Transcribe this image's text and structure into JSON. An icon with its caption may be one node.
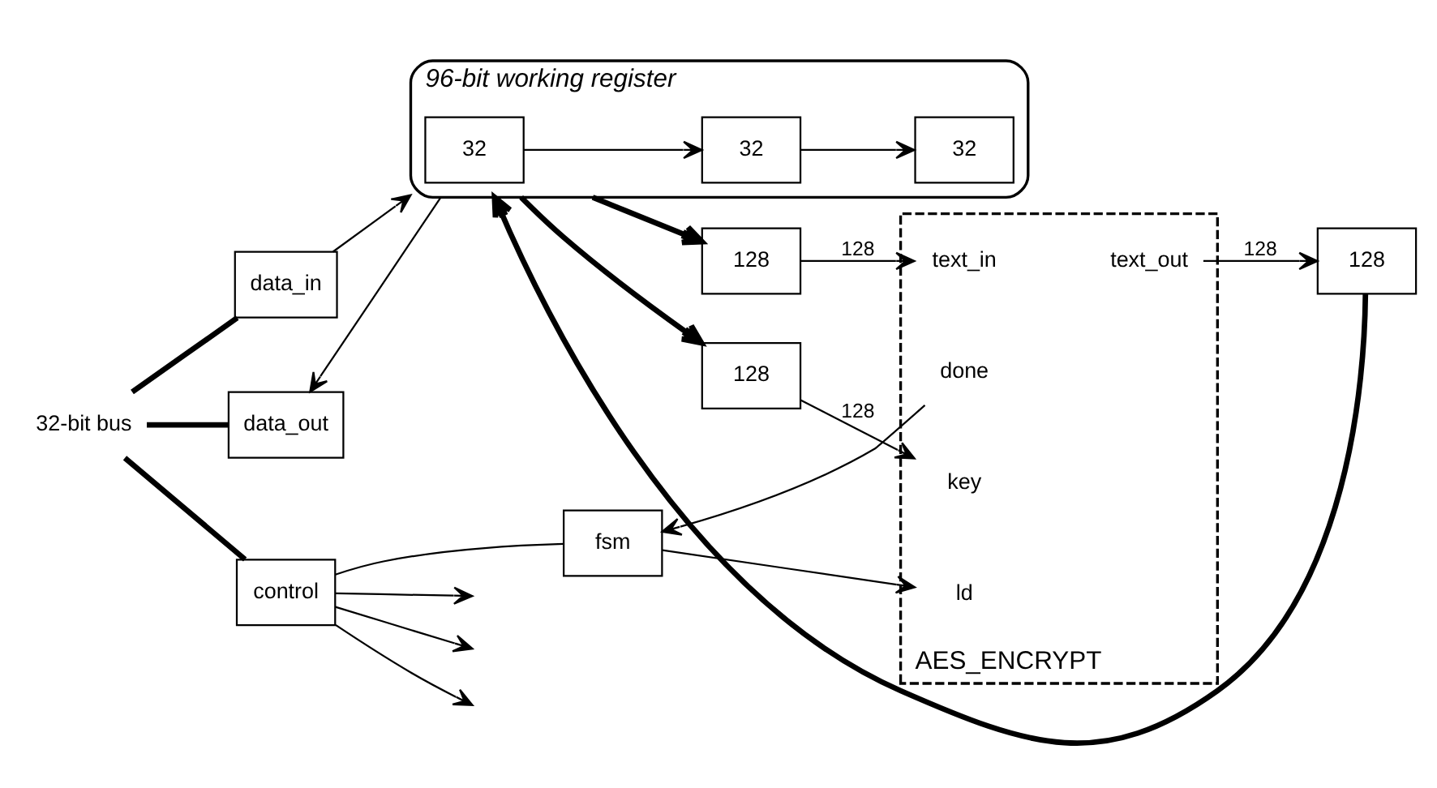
{
  "diagram": {
    "nodes": [
      {
        "text": [
          "32-bit bus"
        ]
      },
      {
        "text": [
          "data_in"
        ]
      },
      {
        "text": [
          "data_out"
        ]
      },
      {
        "text": [
          "control"
        ]
      },
      {
        "text": [
          "fsm"
        ]
      },
      {
        "text": [
          "96-bit working register"
        ]
      },
      {
        "text": [
          "32"
        ],
        "in": 5
      },
      {
        "text": [
          "32"
        ],
        "in": 5
      },
      {
        "text": [
          "32"
        ],
        "in": 5
      },
      {
        "text": [
          "128"
        ]
      },
      {
        "text": [
          "128"
        ]
      },
      {
        "text": [
          "AES_ENCRYPT"
        ]
      },
      {
        "text": [
          "ld"
        ],
        "in": 11
      },
      {
        "text": [
          "done"
        ],
        "in": 11
      },
      {
        "text": [
          "text_in"
        ],
        "in": 11
      },
      {
        "text": [
          "key"
        ],
        "in": 11
      },
      {
        "text": [
          "text_out"
        ],
        "in": 11
      },
      {
        "text": [
          "128"
        ]
      }
    ],
    "edges": [
      {
        "from": 0,
        "to": 1,
        "arrow": "none",
        "style": "thick"
      },
      {
        "from": 0,
        "to": 2,
        "arrow": "none",
        "style": "thick"
      },
      {
        "from": 0,
        "to": 3,
        "arrow": "none",
        "style": "thick"
      },
      {
        "from": 3,
        "to": null,
        "arrow": "to"
      },
      {
        "from": 3,
        "to": null,
        "arrow": "to"
      },
      {
        "from": 3,
        "to": null,
        "arrow": "to"
      },
      {
        "from": 3,
        "to": 4,
        "arrow": "none"
      },
      {
        "from": 1,
        "to": 5,
        "arrow": "to"
      },
      {
        "from": 5,
        "to": 2,
        "arrow": "to"
      },
      {
        "from": 6,
        "to": 7,
        "arrow": "to"
      },
      {
        "from": 7,
        "to": 8,
        "arrow": "to"
      },
      {
        "from": 5,
        "to": 9,
        "arrow": "to",
        "style": "thick"
      },
      {
        "from": 5,
        "to": 10,
        "arrow": "to",
        "style": "thick"
      },
      {
        "from": 4,
        "to": 12,
        "arrow": "to"
      },
      {
        "from": 13,
        "to": 4,
        "arrow": "to"
      },
      {
        "from": 9,
        "to": 14,
        "arrow": "to",
        "label": "128"
      },
      {
        "from": 10,
        "to": 15,
        "arrow": "to",
        "label": "128"
      },
      {
        "from": 16,
        "to": 17,
        "arrow": "to",
        "label": "128"
      },
      {
        "from": 17,
        "to": 5,
        "arrow": "to",
        "style": "thick"
      }
    ]
  }
}
